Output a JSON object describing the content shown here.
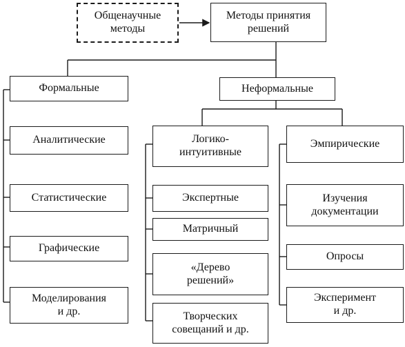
{
  "general_methods": "Общенаучные\nметоды",
  "decision_methods": "Методы принятия\nрешений",
  "formal": {
    "title": "Формальные",
    "items": [
      "Аналитические",
      "Статистические",
      "Графические",
      "Моделирования\nи др."
    ]
  },
  "informal": {
    "title": "Неформальные",
    "logical": {
      "title": "Логико-\nинтуитивные",
      "items": [
        "Экспертные",
        "Матричный",
        "«Дерево\nрешений»",
        "Творческих\nсовещаний и др."
      ]
    },
    "empirical": {
      "title": "Эмпирические",
      "items": [
        "Изучения\nдокументации",
        "Опросы",
        "Эксперимент\nи др."
      ]
    }
  }
}
